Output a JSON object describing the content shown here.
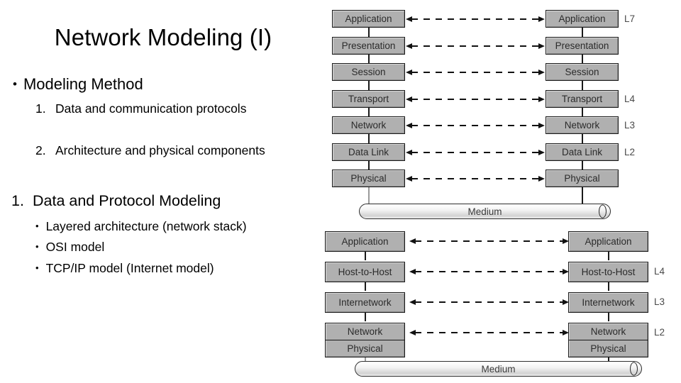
{
  "slide": {
    "title": "Network Modeling (I)",
    "bullet_char": "•",
    "main_bullet": "Modeling Method",
    "numbered_items": [
      {
        "num": "1.",
        "text": "Data and communication protocols"
      },
      {
        "num": "2.",
        "text": "Architecture and physical components"
      }
    ],
    "section_heading": {
      "num": "1.",
      "text": "Data and Protocol Modeling"
    },
    "sub_bullets": [
      "Layered architecture (network stack)",
      "OSI model",
      "TCP/IP model (Internet model)"
    ]
  },
  "diagrams": [
    {
      "name": "osi-model",
      "medium_label": "Medium",
      "layers": [
        {
          "label": "Application",
          "l": "L7"
        },
        {
          "label": "Presentation",
          "l": ""
        },
        {
          "label": "Session",
          "l": ""
        },
        {
          "label": "Transport",
          "l": "L4"
        },
        {
          "label": "Network",
          "l": "L3"
        },
        {
          "label": "Data Link",
          "l": "L2"
        },
        {
          "label": "Physical",
          "l": ""
        }
      ]
    },
    {
      "name": "tcp-ip-model",
      "medium_label": "Medium",
      "layers": [
        {
          "label": "Application",
          "l": "",
          "sublabel": ""
        },
        {
          "label": "Host-to-Host",
          "l": "L4",
          "sublabel": ""
        },
        {
          "label": "Internetwork",
          "l": "L3",
          "sublabel": ""
        },
        {
          "label": "Network",
          "l": "L2",
          "sublabel": "Physical"
        }
      ]
    }
  ],
  "colors": {
    "box_fill": "#b0b0b0",
    "box_border": "#1a1a1a",
    "l_label": "#4a4a4a",
    "background": "#ffffff"
  }
}
